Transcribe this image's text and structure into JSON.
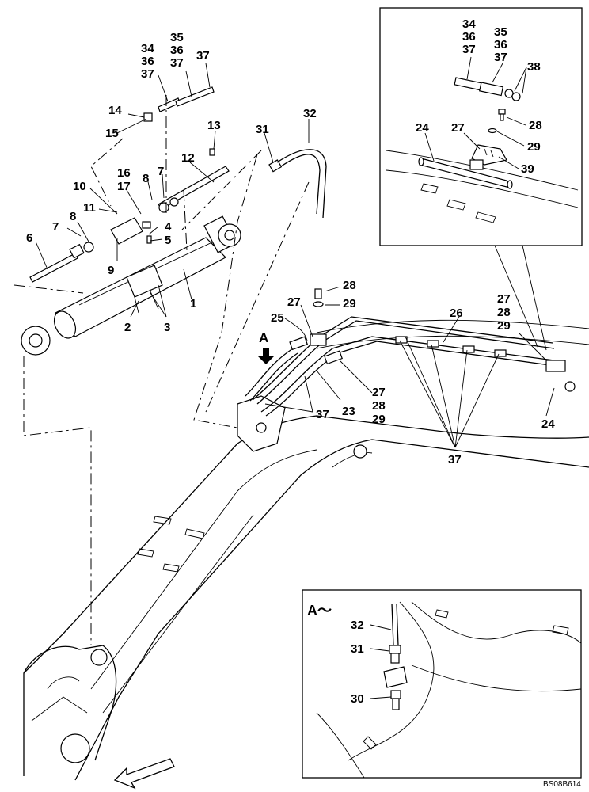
{
  "inset_top": {
    "labels": {
      "l34": "34",
      "l36": "36",
      "l37": "37",
      "l35": "35",
      "l36b": "36",
      "l37b": "37",
      "l38": "38",
      "l28": "28",
      "l29": "29",
      "l39": "39",
      "l24": "24",
      "l27": "27"
    }
  },
  "inset_a": {
    "title": "A～",
    "labels": {
      "l32": "32",
      "l31": "31",
      "l30": "30"
    }
  },
  "main": {
    "labels": {
      "c34": "34",
      "c36": "36",
      "c37": "37",
      "c35": "35",
      "c36b": "36",
      "c37b": "37",
      "c37c": "37",
      "n14": "14",
      "n15": "15",
      "n13": "13",
      "n31": "31",
      "n32": "32",
      "n12": "12",
      "n16": "16",
      "n17": "17",
      "n8a": "8",
      "n7a": "7",
      "n10": "10",
      "n11": "11",
      "n7b": "7",
      "n8b": "8",
      "n4": "4",
      "n5": "5",
      "n6": "6",
      "n9": "9",
      "n1": "1",
      "n2": "2",
      "n3": "3",
      "n28": "28",
      "n29": "29",
      "n27": "27",
      "n25": "25",
      "n26": "26",
      "r27": "27",
      "r28": "28",
      "r29": "29",
      "b27": "27",
      "b28": "28",
      "b29": "29",
      "n23": "23",
      "n37a": "37",
      "n37b": "37",
      "n24": "24",
      "view_a": "A"
    }
  },
  "drawing_code": "BS08B614"
}
